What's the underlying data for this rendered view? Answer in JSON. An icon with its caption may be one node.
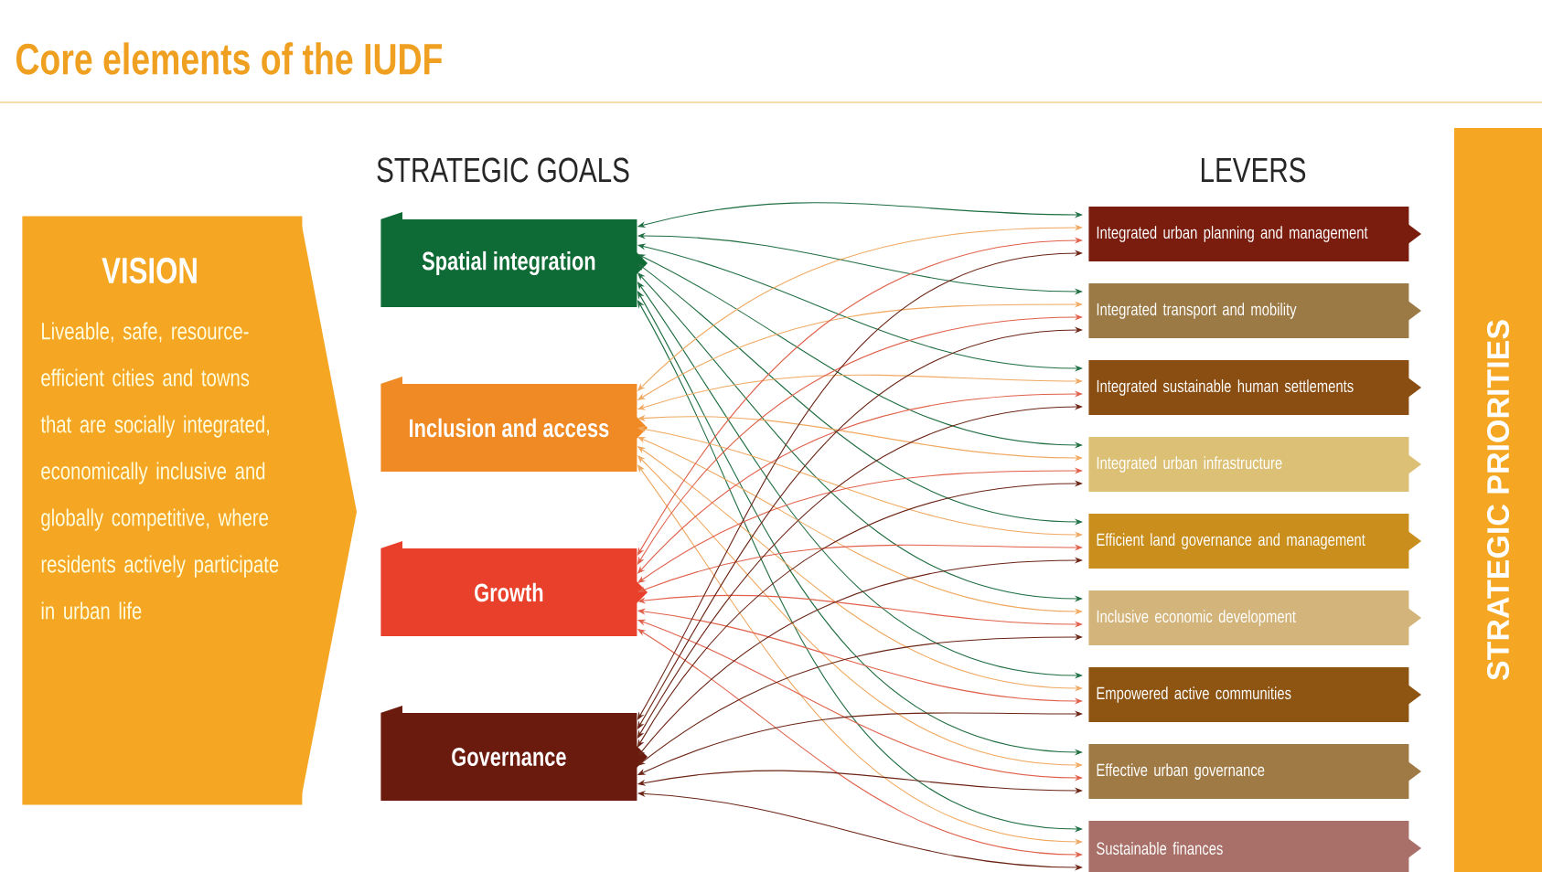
{
  "diagram": {
    "title": "Core elements of the IUDF",
    "nodes": [
      {
        "text": [
          "VISION",
          "Liveable, safe, resource-efficient cities and towns that are socially integrated, economically inclusive and globally competitive, where residents actively participate in urban life"
        ]
      },
      {
        "text": [
          "Spatial integration"
        ]
      },
      {
        "text": [
          "Inclusion and access"
        ]
      },
      {
        "text": [
          "Growth"
        ]
      },
      {
        "text": [
          "Governance"
        ]
      },
      {
        "text": [
          "Integrated urban planning and management"
        ]
      },
      {
        "text": [
          "Integrated transport and mobility"
        ]
      },
      {
        "text": [
          "Integrated sustainable human settlements"
        ]
      },
      {
        "text": [
          "Integrated urban infrastructure"
        ]
      },
      {
        "text": [
          "Efficient land governance and management"
        ]
      },
      {
        "text": [
          "Inclusive economic development"
        ]
      },
      {
        "text": [
          "Empowered active communities"
        ]
      },
      {
        "text": [
          "Effective urban governance"
        ]
      },
      {
        "text": [
          "Sustainable finances"
        ]
      },
      {
        "text": [
          "STRATEGIC PRIORITIES"
        ]
      }
    ],
    "edges": [
      {
        "from": 1,
        "to": 5,
        "arrow": "both",
        "color": "#1f6e42"
      },
      {
        "from": 1,
        "to": 6,
        "arrow": "both",
        "color": "#1f6e42"
      },
      {
        "from": 1,
        "to": 7,
        "arrow": "both",
        "color": "#1f6e42"
      },
      {
        "from": 1,
        "to": 8,
        "arrow": "both",
        "color": "#1f6e42"
      },
      {
        "from": 1,
        "to": 9,
        "arrow": "both",
        "color": "#1f6e42"
      },
      {
        "from": 1,
        "to": 10,
        "arrow": "both",
        "color": "#1f6e42"
      },
      {
        "from": 1,
        "to": 11,
        "arrow": "both",
        "color": "#1f6e42"
      },
      {
        "from": 1,
        "to": 12,
        "arrow": "both",
        "color": "#1f6e42"
      },
      {
        "from": 1,
        "to": 13,
        "arrow": "both",
        "color": "#1f6e42"
      },
      {
        "from": 2,
        "to": 5,
        "arrow": "both",
        "color": "#f0a860"
      },
      {
        "from": 2,
        "to": 6,
        "arrow": "both",
        "color": "#f0a860"
      },
      {
        "from": 2,
        "to": 7,
        "arrow": "both",
        "color": "#f0a860"
      },
      {
        "from": 2,
        "to": 8,
        "arrow": "both",
        "color": "#f0a860"
      },
      {
        "from": 2,
        "to": 9,
        "arrow": "both",
        "color": "#f0a860"
      },
      {
        "from": 2,
        "to": 10,
        "arrow": "both",
        "color": "#f0a860"
      },
      {
        "from": 2,
        "to": 11,
        "arrow": "both",
        "color": "#f0a860"
      },
      {
        "from": 2,
        "to": 12,
        "arrow": "both",
        "color": "#f0a860"
      },
      {
        "from": 2,
        "to": 13,
        "arrow": "both",
        "color": "#f0a860"
      },
      {
        "from": 3,
        "to": 5,
        "arrow": "both",
        "color": "#e0604a"
      },
      {
        "from": 3,
        "to": 6,
        "arrow": "both",
        "color": "#e0604a"
      },
      {
        "from": 3,
        "to": 7,
        "arrow": "both",
        "color": "#e0604a"
      },
      {
        "from": 3,
        "to": 8,
        "arrow": "both",
        "color": "#e0604a"
      },
      {
        "from": 3,
        "to": 9,
        "arrow": "both",
        "color": "#e0604a"
      },
      {
        "from": 3,
        "to": 10,
        "arrow": "both",
        "color": "#e0604a"
      },
      {
        "from": 3,
        "to": 11,
        "arrow": "both",
        "color": "#e0604a"
      },
      {
        "from": 3,
        "to": 12,
        "arrow": "both",
        "color": "#e0604a"
      },
      {
        "from": 3,
        "to": 13,
        "arrow": "both",
        "color": "#e0604a"
      },
      {
        "from": 4,
        "to": 5,
        "arrow": "both",
        "color": "#6b2414"
      },
      {
        "from": 4,
        "to": 6,
        "arrow": "both",
        "color": "#6b2414"
      },
      {
        "from": 4,
        "to": 7,
        "arrow": "both",
        "color": "#6b2414"
      },
      {
        "from": 4,
        "to": 8,
        "arrow": "both",
        "color": "#6b2414"
      },
      {
        "from": 4,
        "to": 9,
        "arrow": "both",
        "color": "#6b2414"
      },
      {
        "from": 4,
        "to": 10,
        "arrow": "both",
        "color": "#6b2414"
      },
      {
        "from": 4,
        "to": 11,
        "arrow": "both",
        "color": "#6b2414"
      },
      {
        "from": 4,
        "to": 12,
        "arrow": "both",
        "color": "#6b2414"
      },
      {
        "from": 4,
        "to": 13,
        "arrow": "both",
        "color": "#6b2414"
      }
    ],
    "labels": [
      "STRATEGIC GOALS",
      "LEVERS"
    ]
  }
}
